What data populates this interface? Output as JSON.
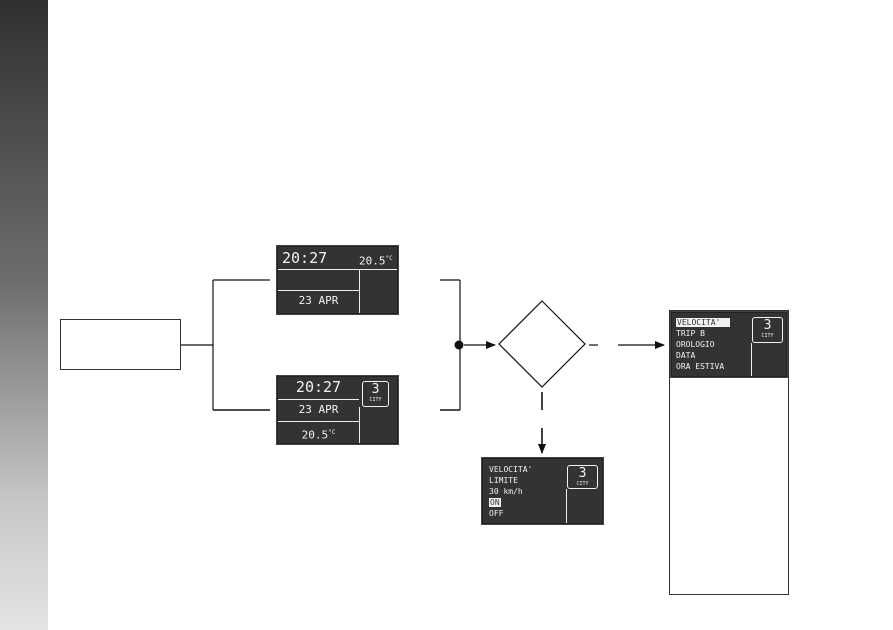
{
  "display_a": {
    "clock": "20:27",
    "temperature": "20.5",
    "temperature_unit": "°C",
    "date": "23 APR"
  },
  "display_b": {
    "clock": "20:27",
    "date": "23 APR",
    "temperature": "20.5",
    "temperature_unit": "°C",
    "gear": "3",
    "gear_mode": "CITY"
  },
  "speed_limit_display": {
    "lines": [
      "VELOCITA'",
      "LIMITE",
      "30 km/h"
    ],
    "option_on": "ON",
    "option_off": "OFF",
    "gear": "3",
    "gear_mode": "CITY"
  },
  "menu_display": {
    "items": [
      "VELOCITA'",
      "TRIP B",
      "OROLOGIO",
      "DATA",
      "ORA ESTIVA"
    ],
    "selected_index": 0,
    "gear": "3",
    "gear_mode": "CITY"
  },
  "colors": {
    "lcd_background": "#333333",
    "lcd_text": "#f2f2f2",
    "line": "#111111"
  }
}
